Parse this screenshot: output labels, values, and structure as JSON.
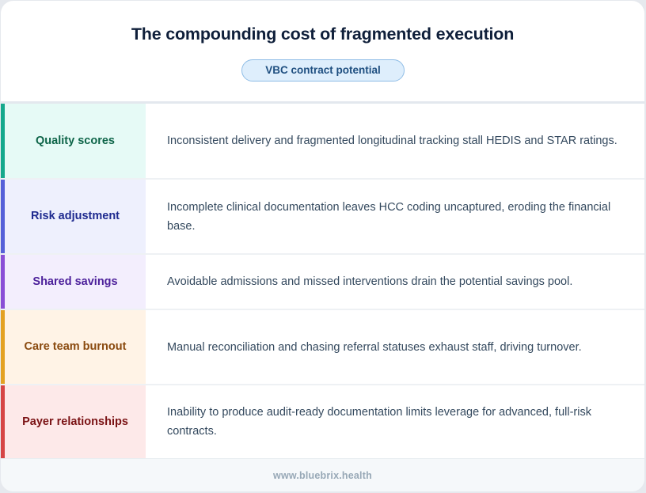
{
  "header": {
    "title": "The compounding cost of fragmented execution",
    "badge": "VBC contract potential"
  },
  "rows": [
    {
      "label": "Quality scores",
      "description": "Inconsistent delivery and fragmented longitudinal tracking stall HEDIS and STAR ratings.",
      "accent_color": "#15a88c",
      "label_bg": "#e6faf6",
      "label_color": "#0d6448",
      "height": 96
    },
    {
      "label": "Risk adjustment",
      "description": "Incomplete clinical documentation leaves HCC coding uncaptured, eroding the financial base.",
      "accent_color": "#5560d8",
      "label_bg": "#eef0fd",
      "label_color": "#1e2a8f",
      "height": 95
    },
    {
      "label": "Shared savings",
      "description": "Avoidable admissions and missed interventions drain the potential savings pool.",
      "accent_color": "#8a4fd6",
      "label_bg": "#f3eefd",
      "label_color": "#4b1f9a",
      "height": 70
    },
    {
      "label": "Care team burnout",
      "description": "Manual reconciliation and chasing referral statuses exhaust staff, driving turnover.",
      "accent_color": "#e3a123",
      "label_bg": "#fff3e6",
      "label_color": "#8a4a0f",
      "height": 95
    },
    {
      "label": "Payer relationships",
      "description": "Inability to produce audit-ready documentation limits leverage for advanced, full-risk contracts.",
      "accent_color": "#d64545",
      "label_bg": "#fde9e9",
      "label_color": "#7a1214",
      "height": 92
    }
  ],
  "footer": {
    "url": "www.bluebrix.health"
  }
}
